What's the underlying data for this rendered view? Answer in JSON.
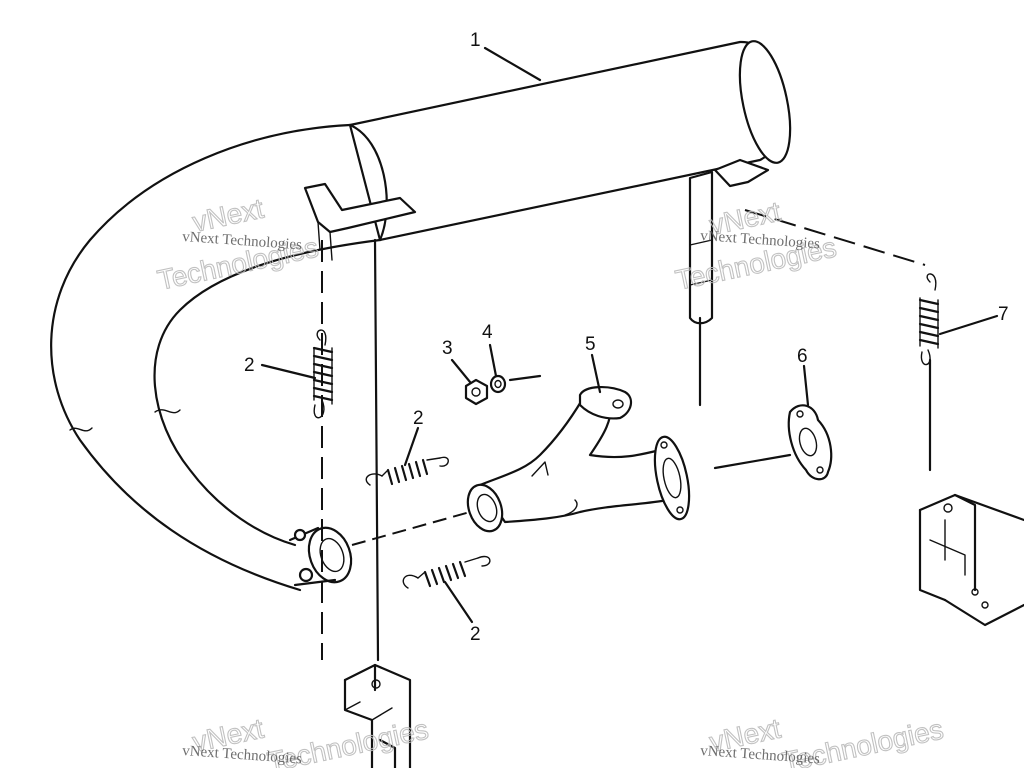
{
  "callouts": {
    "c1": "1",
    "c2a": "2",
    "c2b": "2",
    "c2c": "2",
    "c3": "3",
    "c4": "4",
    "c5": "5",
    "c6": "6",
    "c7": "7"
  },
  "watermark": {
    "line1": "vNext Technologies",
    "line2": "vNext",
    "line3": "Technologies"
  }
}
